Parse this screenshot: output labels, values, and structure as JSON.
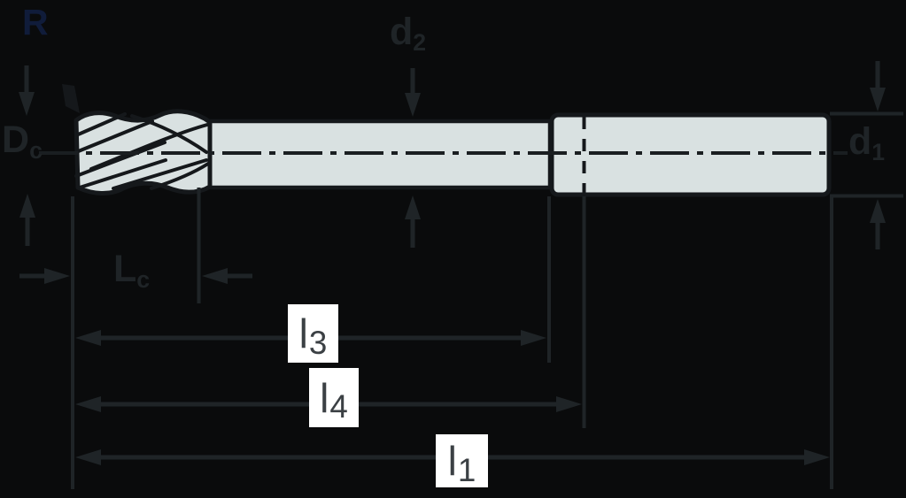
{
  "diagram": {
    "type": "technical-dimension-drawing",
    "subject": "End mill side view with diameter and length dimension annotations",
    "colors": {
      "background": "#0a0b0c",
      "annotation": "#1f2427",
      "tool_outline": "#15181b",
      "tool_fill": "#d9e1e1",
      "centerline": "#1a1e21",
      "radius_accent": "#101c3a",
      "label_box_bg": "#ffffff",
      "label_box_text": "#3b4044"
    },
    "labels": {
      "r": {
        "base": "R",
        "sub": ""
      },
      "dc": {
        "base": "D",
        "sub": "c"
      },
      "d2": {
        "base": "d",
        "sub": "2"
      },
      "d1": {
        "base": "d",
        "sub": "1"
      },
      "lc": {
        "base": "L",
        "sub": "c"
      },
      "l3": {
        "base": "l",
        "sub": "3"
      },
      "l4": {
        "base": "l",
        "sub": "4"
      },
      "l1": {
        "base": "l",
        "sub": "1"
      }
    }
  }
}
